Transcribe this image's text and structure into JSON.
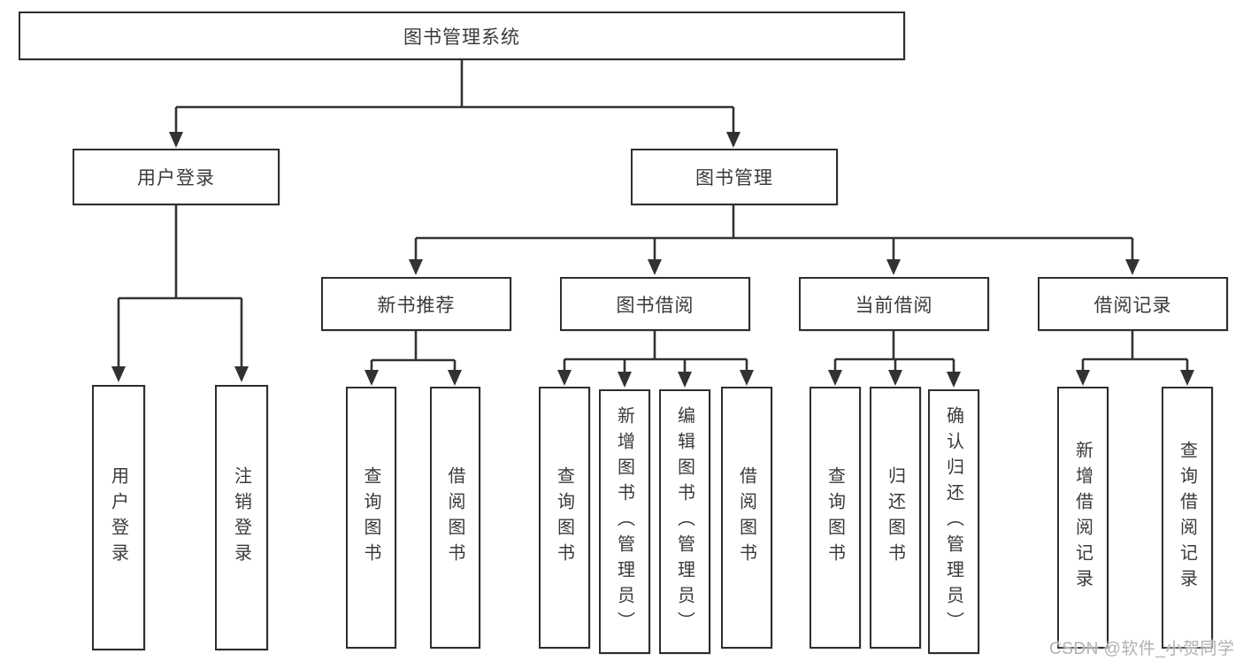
{
  "tree": {
    "root": "图书管理系统",
    "branches": [
      {
        "label": "用户登录",
        "children": [
          {
            "label": "用户登录"
          },
          {
            "label": "注销登录"
          }
        ]
      },
      {
        "label": "图书管理",
        "children": [
          {
            "label": "新书推荐",
            "children": [
              {
                "label": "查询图书"
              },
              {
                "label": "借阅图书"
              }
            ]
          },
          {
            "label": "图书借阅",
            "children": [
              {
                "label": "查询图书"
              },
              {
                "label": "新增图书（管理员）"
              },
              {
                "label": "编辑图书（管理员）"
              },
              {
                "label": "借阅图书"
              }
            ]
          },
          {
            "label": "当前借阅",
            "children": [
              {
                "label": "查询图书"
              },
              {
                "label": "归还图书"
              },
              {
                "label": "确认归还（管理员）"
              }
            ]
          },
          {
            "label": "借阅记录",
            "children": [
              {
                "label": "新增借阅记录"
              },
              {
                "label": "查询借阅记录"
              }
            ]
          }
        ]
      }
    ]
  },
  "watermark": "CSDN @软件_小贺同学",
  "colors": {
    "line": "#323232",
    "box_border": "#2e2e2e",
    "box_background": "#ffffff",
    "text": "#3a3a3a",
    "watermark": "#b1b1b1",
    "page_background": "#ffffff"
  }
}
